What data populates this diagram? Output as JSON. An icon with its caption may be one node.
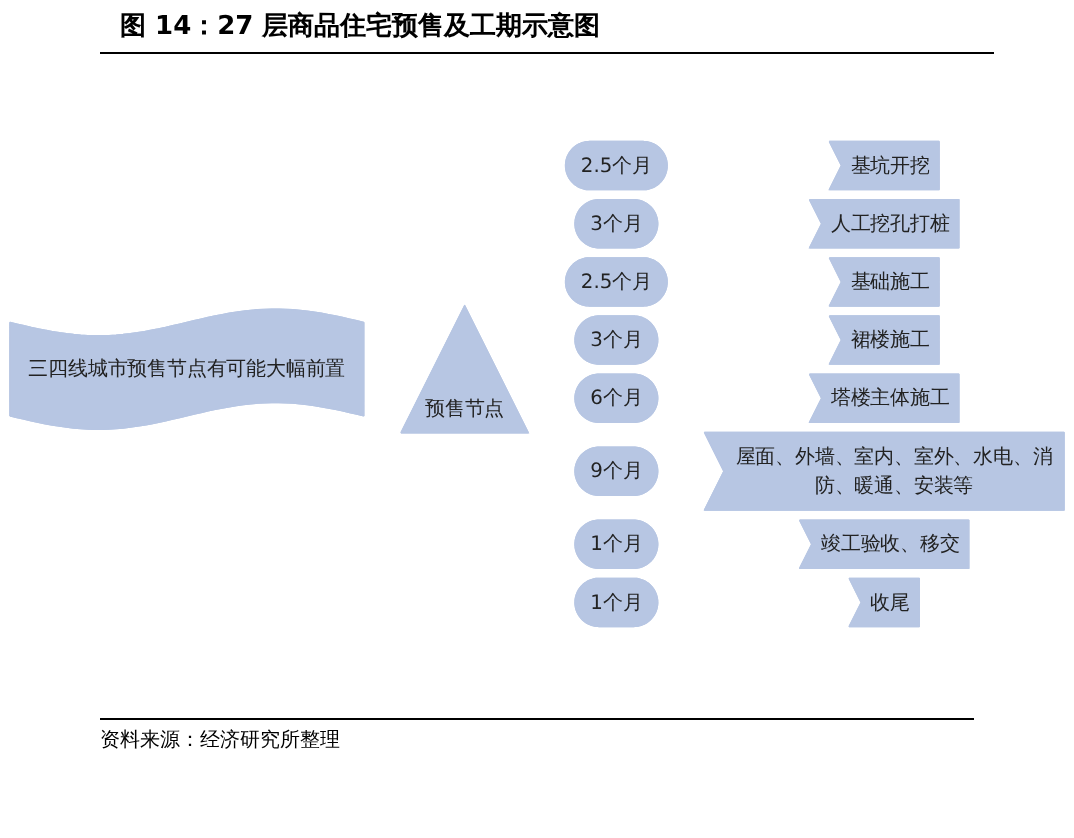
{
  "diagram": {
    "title": "图 14：27 层商品住宅预售及工期示意图",
    "caption": "资料来源：经济研究所整理",
    "nodes": [
      {
        "text": [
          "三四线城市预售节点有可能大幅前置"
        ]
      },
      {
        "text": [
          "预售节点"
        ]
      },
      {
        "text": [
          "2.5个月"
        ]
      },
      {
        "text": [
          "基坑开挖"
        ]
      },
      {
        "text": [
          "3个月"
        ]
      },
      {
        "text": [
          "人工挖孔打桩"
        ]
      },
      {
        "text": [
          "2.5个月"
        ]
      },
      {
        "text": [
          "基础施工"
        ]
      },
      {
        "text": [
          "3个月"
        ]
      },
      {
        "text": [
          "裙楼施工"
        ]
      },
      {
        "text": [
          "6个月"
        ]
      },
      {
        "text": [
          "塔楼主体施工"
        ]
      },
      {
        "text": [
          "9个月"
        ]
      },
      {
        "text": [
          "屋面、外墙、室内、室外、水电、消防、暖通、安装等"
        ]
      },
      {
        "text": [
          "1个月"
        ]
      },
      {
        "text": [
          "竣工验收、移交"
        ]
      },
      {
        "text": [
          "1个月"
        ]
      },
      {
        "text": [
          "收尾"
        ]
      }
    ],
    "edges": []
  }
}
